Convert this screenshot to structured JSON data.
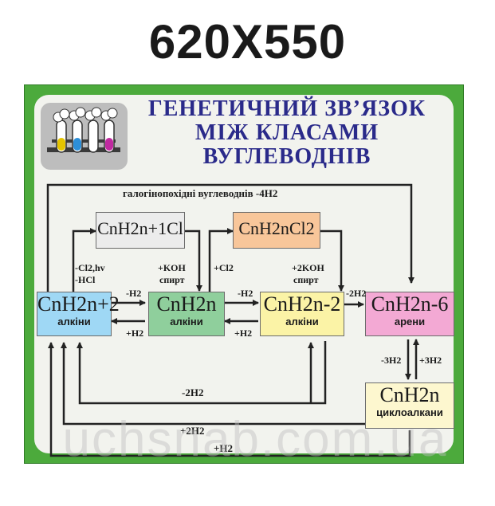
{
  "size_banner": "620X550",
  "title": {
    "line1": "ГЕНЕТИЧНИЙ ЗВ’ЯЗОК",
    "line2": "МІЖ КЛАСАМИ",
    "line3": "ВУГЛЕВОДНІВ"
  },
  "compounds": {
    "alkanes": {
      "formula": "CnH2n+2",
      "class": "алкіни"
    },
    "alkenes": {
      "formula": "CnH2n",
      "class": "алкіни"
    },
    "alkynes": {
      "formula": "CnH2n-2",
      "class": "алкіни"
    },
    "arenes": {
      "formula": "CnH2n-6",
      "class": "арени"
    },
    "cycloalkanes": {
      "formula": "CnH2n",
      "class": "циклоалкани"
    },
    "monochloro": {
      "formula": "CnH2n+1Cl"
    },
    "dichloro": {
      "formula": "CnH2nCl2"
    }
  },
  "labels": {
    "top": "галогінопохідні вуглеводнів -4H2",
    "cl2hv": "-Cl2,hv",
    "hcl": "-HCl",
    "koh": "+KOH",
    "koh_sub": "спирт",
    "plus_cl2": "+Cl2",
    "koh2": "+2KOH",
    "koh2_sub": "спирт",
    "minus_h2_a": "-H2",
    "plus_h2_a": "+H2",
    "minus_h2_b": "-H2",
    "plus_h2_b": "+H2",
    "minus_2h2_c": "-2H2",
    "minus_3h2": "-3H2",
    "plus_3h2": "+3H2",
    "bottom_minus_2h2": "-2H2",
    "bottom_plus_2h2": "+2H2",
    "bottom_plus_h2": "+H2"
  },
  "watermark": "uchsnab.com.ua",
  "colors": {
    "frame_green": "#4caa3c",
    "panel_bg": "#f2f3ee",
    "title_blue": "#2a2a8a",
    "alkanes_fill": "#9fd8f5",
    "alkenes_fill": "#8fcf9c",
    "alkynes_fill": "#fbf3a6",
    "arenes_fill": "#f3a9d4",
    "cycloalkanes_fill": "#fdf7cf",
    "monochloro_fill": "#ececec",
    "dichloro_fill": "#f8c69a"
  },
  "icons": {
    "logo": "test-tubes-icon"
  }
}
